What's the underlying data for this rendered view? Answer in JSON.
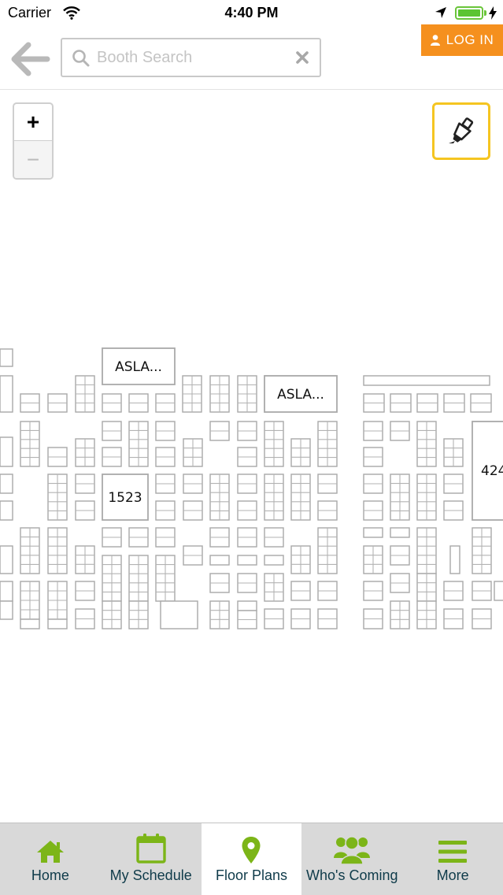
{
  "status_bar": {
    "carrier": "Carrier",
    "time": "4:40 PM"
  },
  "header": {
    "search_placeholder": "Booth Search",
    "login_label": "LOG IN"
  },
  "map": {
    "zoom_in_label": "+",
    "zoom_out_label": "−",
    "booth_labels": [
      {
        "text": "ASLA..."
      },
      {
        "text": "ASLA..."
      },
      {
        "text": "1523"
      },
      {
        "text": "424"
      }
    ]
  },
  "tabs": [
    {
      "label": "Home",
      "icon": "home-icon"
    },
    {
      "label": "My Schedule",
      "icon": "calendar-icon"
    },
    {
      "label": "Floor Plans",
      "icon": "map-pin-icon",
      "active": true
    },
    {
      "label": "Who's Coming",
      "icon": "people-icon"
    },
    {
      "label": "More",
      "icon": "menu-icon"
    }
  ],
  "colors": {
    "accent_orange": "#f5901e",
    "highlight_yellow": "#f5c521",
    "tab_icon_green": "#7cb518",
    "tab_label": "#0f3b4a",
    "battery_green": "#5cc432"
  }
}
